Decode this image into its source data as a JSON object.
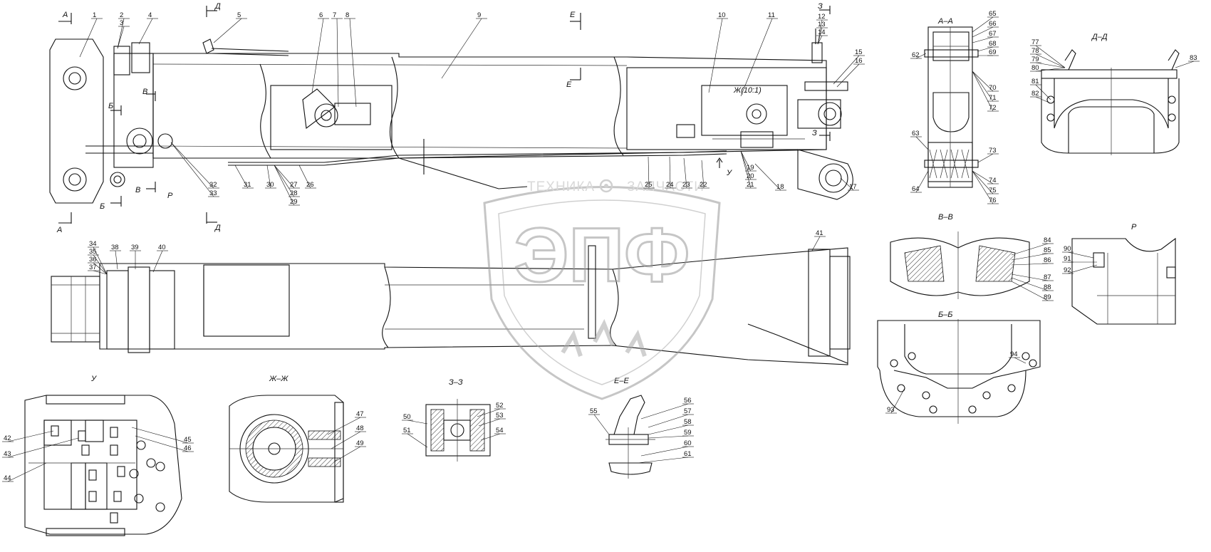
{
  "watermark": {
    "left_word": "ТЕХНИКА",
    "right_word": "ЗАПЧАСТИ",
    "logo_text": "ЭПФ",
    "emblem_icon": "gear-icon"
  },
  "section_titles": {
    "aa": "А–А",
    "dd": "Д–Д",
    "vv": "В–В",
    "r": "Р",
    "bb": "Б–Б",
    "u": "У",
    "zhzh": "Ж–Ж",
    "zz": "З–З",
    "ee": "Е–Е"
  },
  "cut_marks": {
    "a": "А",
    "d": "Д",
    "e": "Е",
    "z": "З",
    "b": "Б",
    "v": "В",
    "r": "Р",
    "u": "У",
    "zh": "Ж(10:1)"
  },
  "part_numbers": {
    "p1": "1",
    "p2": "2",
    "p3": "3",
    "p4": "4",
    "p5": "5",
    "p6": "6",
    "p7": "7",
    "p8": "8",
    "p9": "9",
    "p10": "10",
    "p11": "11",
    "p12": "12",
    "p13": "13",
    "p14": "14",
    "p15": "15",
    "p16": "16",
    "p17": "17",
    "p18": "18",
    "p19": "19",
    "p20": "20",
    "p21": "21",
    "p22": "22",
    "p23": "23",
    "p24": "24",
    "p25": "25",
    "p26": "26",
    "p27": "27",
    "p28": "28",
    "p29": "29",
    "p30": "30",
    "p31": "31",
    "p32": "32",
    "p33": "33",
    "p34": "34",
    "p35": "35",
    "p36": "36",
    "p37": "37",
    "p38": "38",
    "p39": "39",
    "p40": "40",
    "p41": "41",
    "p42": "42",
    "p43": "43",
    "p44": "44",
    "p45": "45",
    "p46": "46",
    "p47": "47",
    "p48": "48",
    "p49": "49",
    "p50": "50",
    "p51": "51",
    "p52": "52",
    "p53": "53",
    "p54": "54",
    "p55": "55",
    "p56": "56",
    "p57": "57",
    "p58": "58",
    "p59": "59",
    "p60": "60",
    "p61": "61",
    "p62": "62",
    "p63": "63",
    "p64": "64",
    "p65": "65",
    "p66": "66",
    "p67": "67",
    "p68": "68",
    "p69": "69",
    "p70": "70",
    "p71": "71",
    "p72": "72",
    "p73": "73",
    "p74": "74",
    "p75": "75",
    "p76": "76",
    "p77": "77",
    "p78": "78",
    "p79": "79",
    "p80": "80",
    "p81": "81",
    "p82": "82",
    "p83": "83",
    "p84": "84",
    "p85": "85",
    "p86": "86",
    "p87": "87",
    "p88": "88",
    "p89": "89",
    "p90": "90",
    "p91": "91",
    "p92": "92",
    "p93": "93",
    "p94": "94"
  }
}
